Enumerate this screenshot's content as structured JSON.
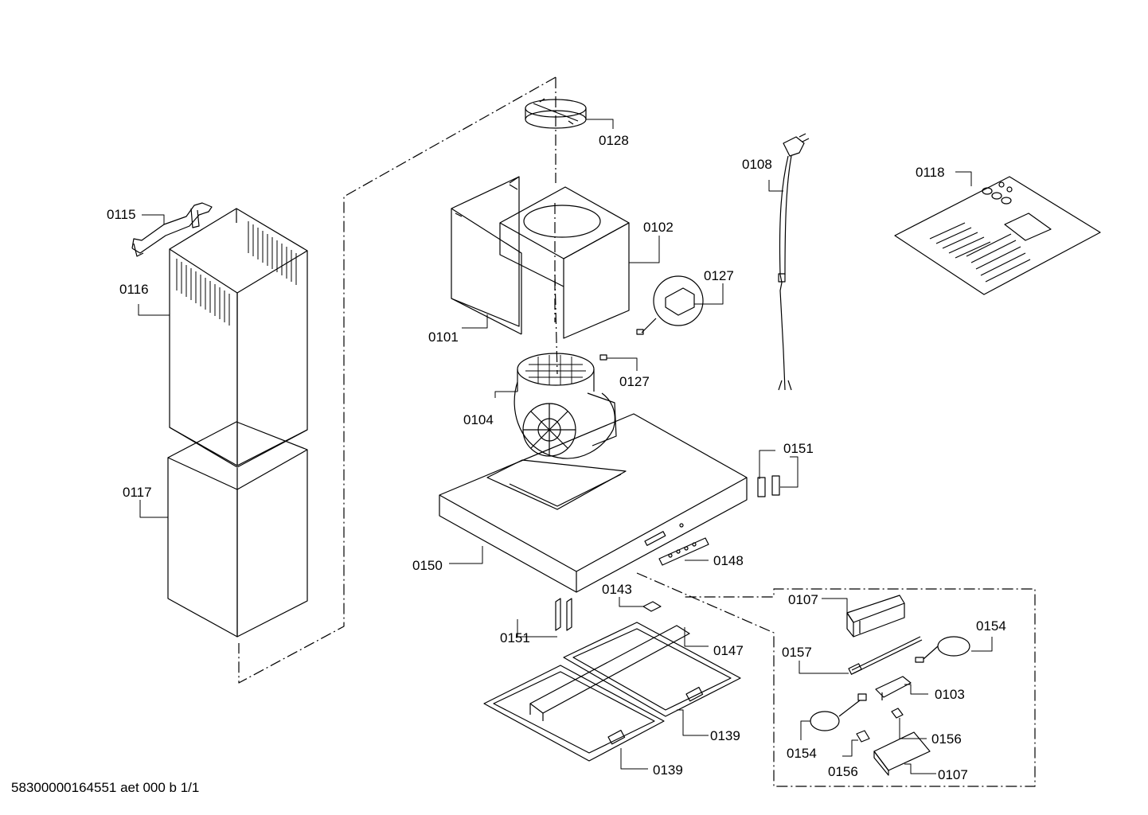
{
  "document_id": "58300000164551 aet 000 b 1/1",
  "part_labels": {
    "p0128": "0128",
    "p0115": "0115",
    "p0116": "0116",
    "p0117": "0117",
    "p0102": "0102",
    "p0101": "0101",
    "p0127a": "0127",
    "p0127b": "0127",
    "p0108": "0108",
    "p0118": "0118",
    "p0104": "0104",
    "p0151a": "0151",
    "p0150": "0150",
    "p0148": "0148",
    "p0143": "0143",
    "p0151b": "0151",
    "p0147": "0147",
    "p0139a": "0139",
    "p0139b": "0139",
    "p0107a": "0107",
    "p0154a": "0154",
    "p0157": "0157",
    "p0103": "0103",
    "p0154b": "0154",
    "p0156a": "0156",
    "p0156b": "0156",
    "p0107b": "0107"
  }
}
